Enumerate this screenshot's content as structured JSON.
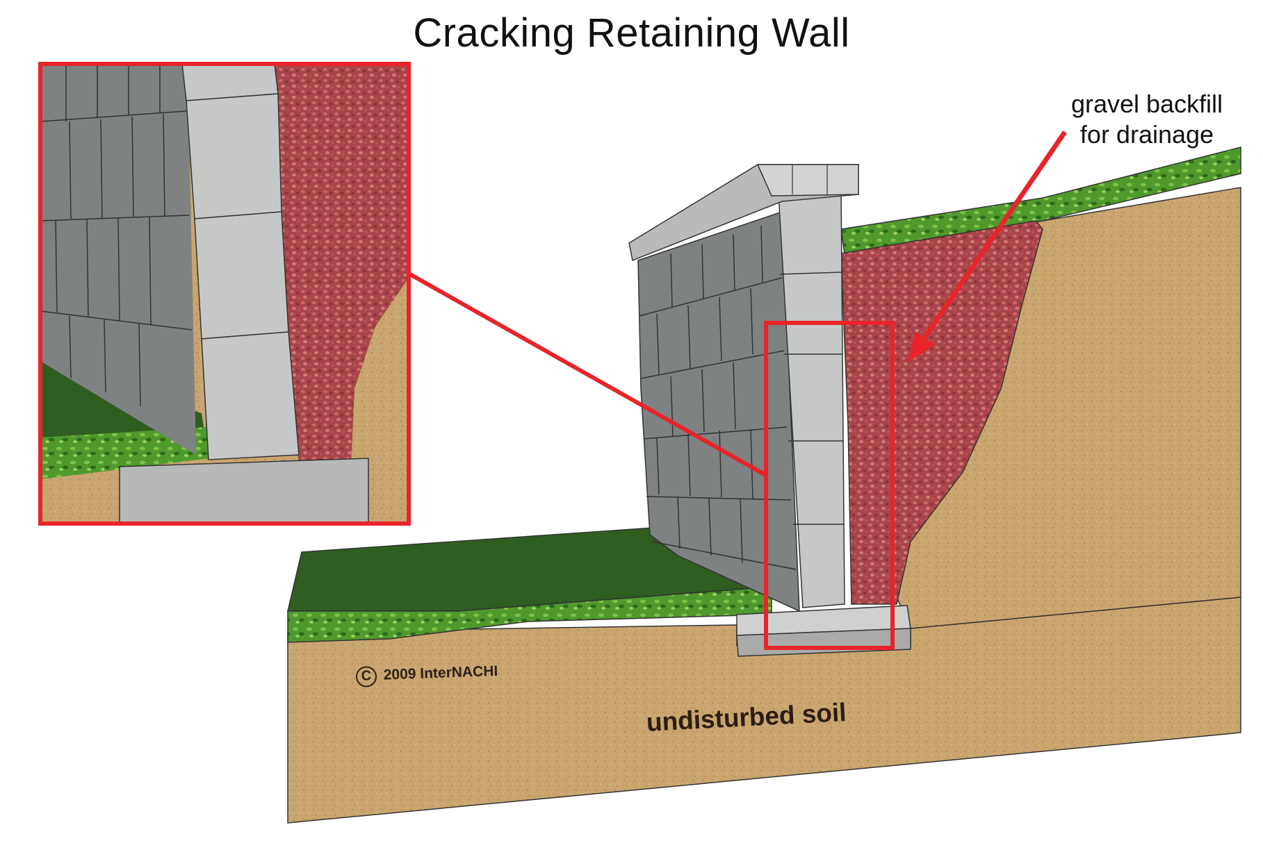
{
  "title": "Cracking Retaining Wall",
  "labels": {
    "gravel_line1": "gravel backfill",
    "gravel_line2": "for drainage",
    "soil": "undisturbed soil",
    "copyright_symbol": "C",
    "copyright_text": "2009  InterNACHI"
  },
  "colors": {
    "callout_red": "#e8242a",
    "soil": "#c9a56f",
    "gravel": "#b04a4a",
    "grass": "#4a8a2a",
    "lawn_top": "#2f5e20",
    "block_face": "#c6c8c8",
    "block_side": "#8e9090"
  },
  "icons": [
    "callout-detail-box",
    "callout-pointer-arrow"
  ]
}
